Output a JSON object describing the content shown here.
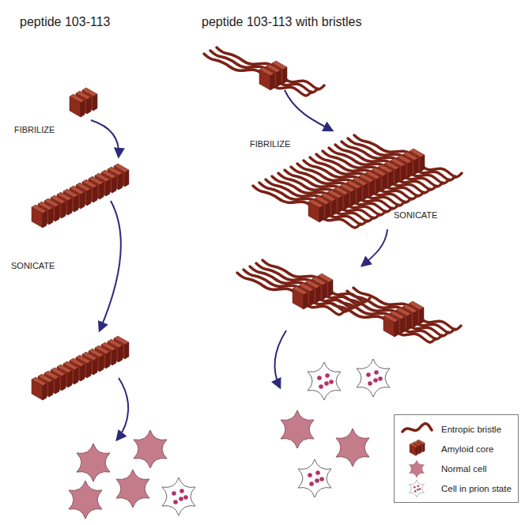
{
  "diagram": {
    "labels": [
      "peptide 103-113",
      "peptide 103-113 with bristles",
      "FIBRILIZE",
      "FIBRILIZE",
      "SONICATE",
      "SONICATE"
    ],
    "legend": [
      {
        "text": "Entropic bristle"
      },
      {
        "text": "Amyloid core"
      },
      {
        "text": "Normal cell"
      },
      {
        "text": "Cell in prion state"
      }
    ]
  }
}
